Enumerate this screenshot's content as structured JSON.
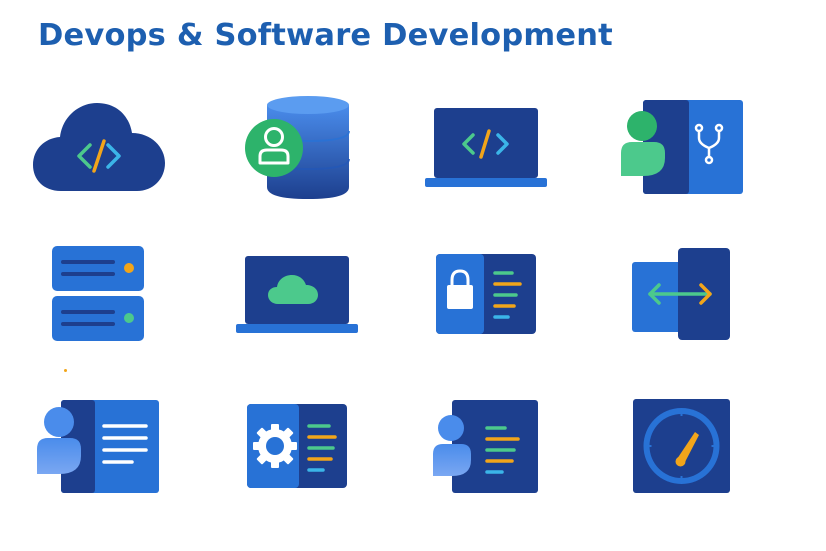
{
  "title": "Devops & Software Development",
  "colors": {
    "title": "#1D5FB0",
    "navy": "#1D3F8E",
    "blue": "#2872D6",
    "light_blue": "#4A8CEB",
    "green": "#2DB36B",
    "cloud_green": "#4CC98C",
    "orange": "#F2A51A",
    "cyan": "#3BB5E8",
    "white": "#FFFFFF"
  },
  "icons": [
    {
      "row": 1,
      "col": 1,
      "name": "cloud-code-icon"
    },
    {
      "row": 1,
      "col": 2,
      "name": "database-user-icon"
    },
    {
      "row": 1,
      "col": 3,
      "name": "laptop-code-icon"
    },
    {
      "row": 1,
      "col": 4,
      "name": "user-git-branch-icon"
    },
    {
      "row": 2,
      "col": 1,
      "name": "server-rack-icon"
    },
    {
      "row": 2,
      "col": 2,
      "name": "laptop-cloud-icon"
    },
    {
      "row": 2,
      "col": 3,
      "name": "lock-document-icon"
    },
    {
      "row": 2,
      "col": 4,
      "name": "transfer-arrows-icon"
    },
    {
      "row": 3,
      "col": 1,
      "name": "user-document-icon"
    },
    {
      "row": 3,
      "col": 2,
      "name": "gear-code-icon"
    },
    {
      "row": 3,
      "col": 3,
      "name": "user-code-document-icon"
    },
    {
      "row": 3,
      "col": 4,
      "name": "speedometer-icon"
    }
  ]
}
